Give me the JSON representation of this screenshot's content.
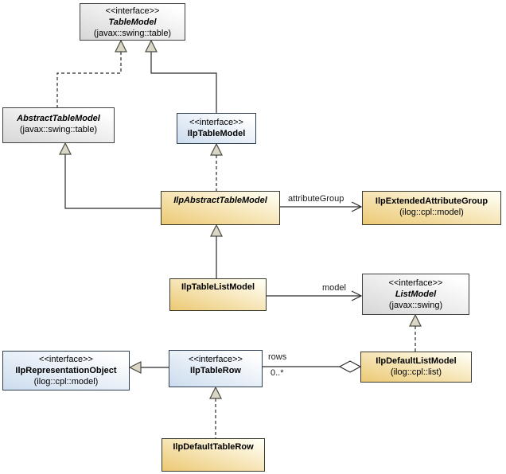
{
  "diagram": {
    "type": "uml-class-diagram",
    "background": "#ffffff",
    "colors": {
      "class_fill_gray": "#d7d7d7",
      "class_fill_yellow": "#ecc974",
      "class_fill_blue": "#ccdcee",
      "triangle_fill": "#dbd7c7",
      "line": "#2a2a2a"
    },
    "classes": {
      "tableModel": {
        "stereotype": "<<interface>>",
        "name": "TableModel",
        "package": "(javax::swing::table)"
      },
      "abstractTableModel": {
        "name": "AbstractTableModel",
        "package": "(javax::swing::table)"
      },
      "ilpTableModel": {
        "stereotype": "<<interface>>",
        "name": "IlpTableModel"
      },
      "ilpAbstractTableModel": {
        "name": "IlpAbstractTableModel"
      },
      "ilpExtendedAttributeGroup": {
        "name": "IlpExtendedAttributeGroup",
        "package": "(ilog::cpl::model)"
      },
      "ilpTableListModel": {
        "name": "IlpTableListModel"
      },
      "listModel": {
        "stereotype": "<<interface>>",
        "name": "ListModel",
        "package": "(javax::swing)"
      },
      "ilpDefaultListModel": {
        "name": "IlpDefaultListModel",
        "package": "(ilog::cpl::list)"
      },
      "ilpRepresentationObject": {
        "stereotype": "<<interface>>",
        "name": "IlpRepresentationObject",
        "package": "(ilog::cpl::model)"
      },
      "ilpTableRow": {
        "stereotype": "<<interface>>",
        "name": "IlpTableRow"
      },
      "ilpDefaultTableRow": {
        "name": "IlpDefaultTableRow"
      }
    },
    "edge_labels": {
      "attributeGroup": "attributeGroup",
      "model": "model",
      "rows": "rows",
      "rowsMultiplicity": "0..*"
    }
  }
}
